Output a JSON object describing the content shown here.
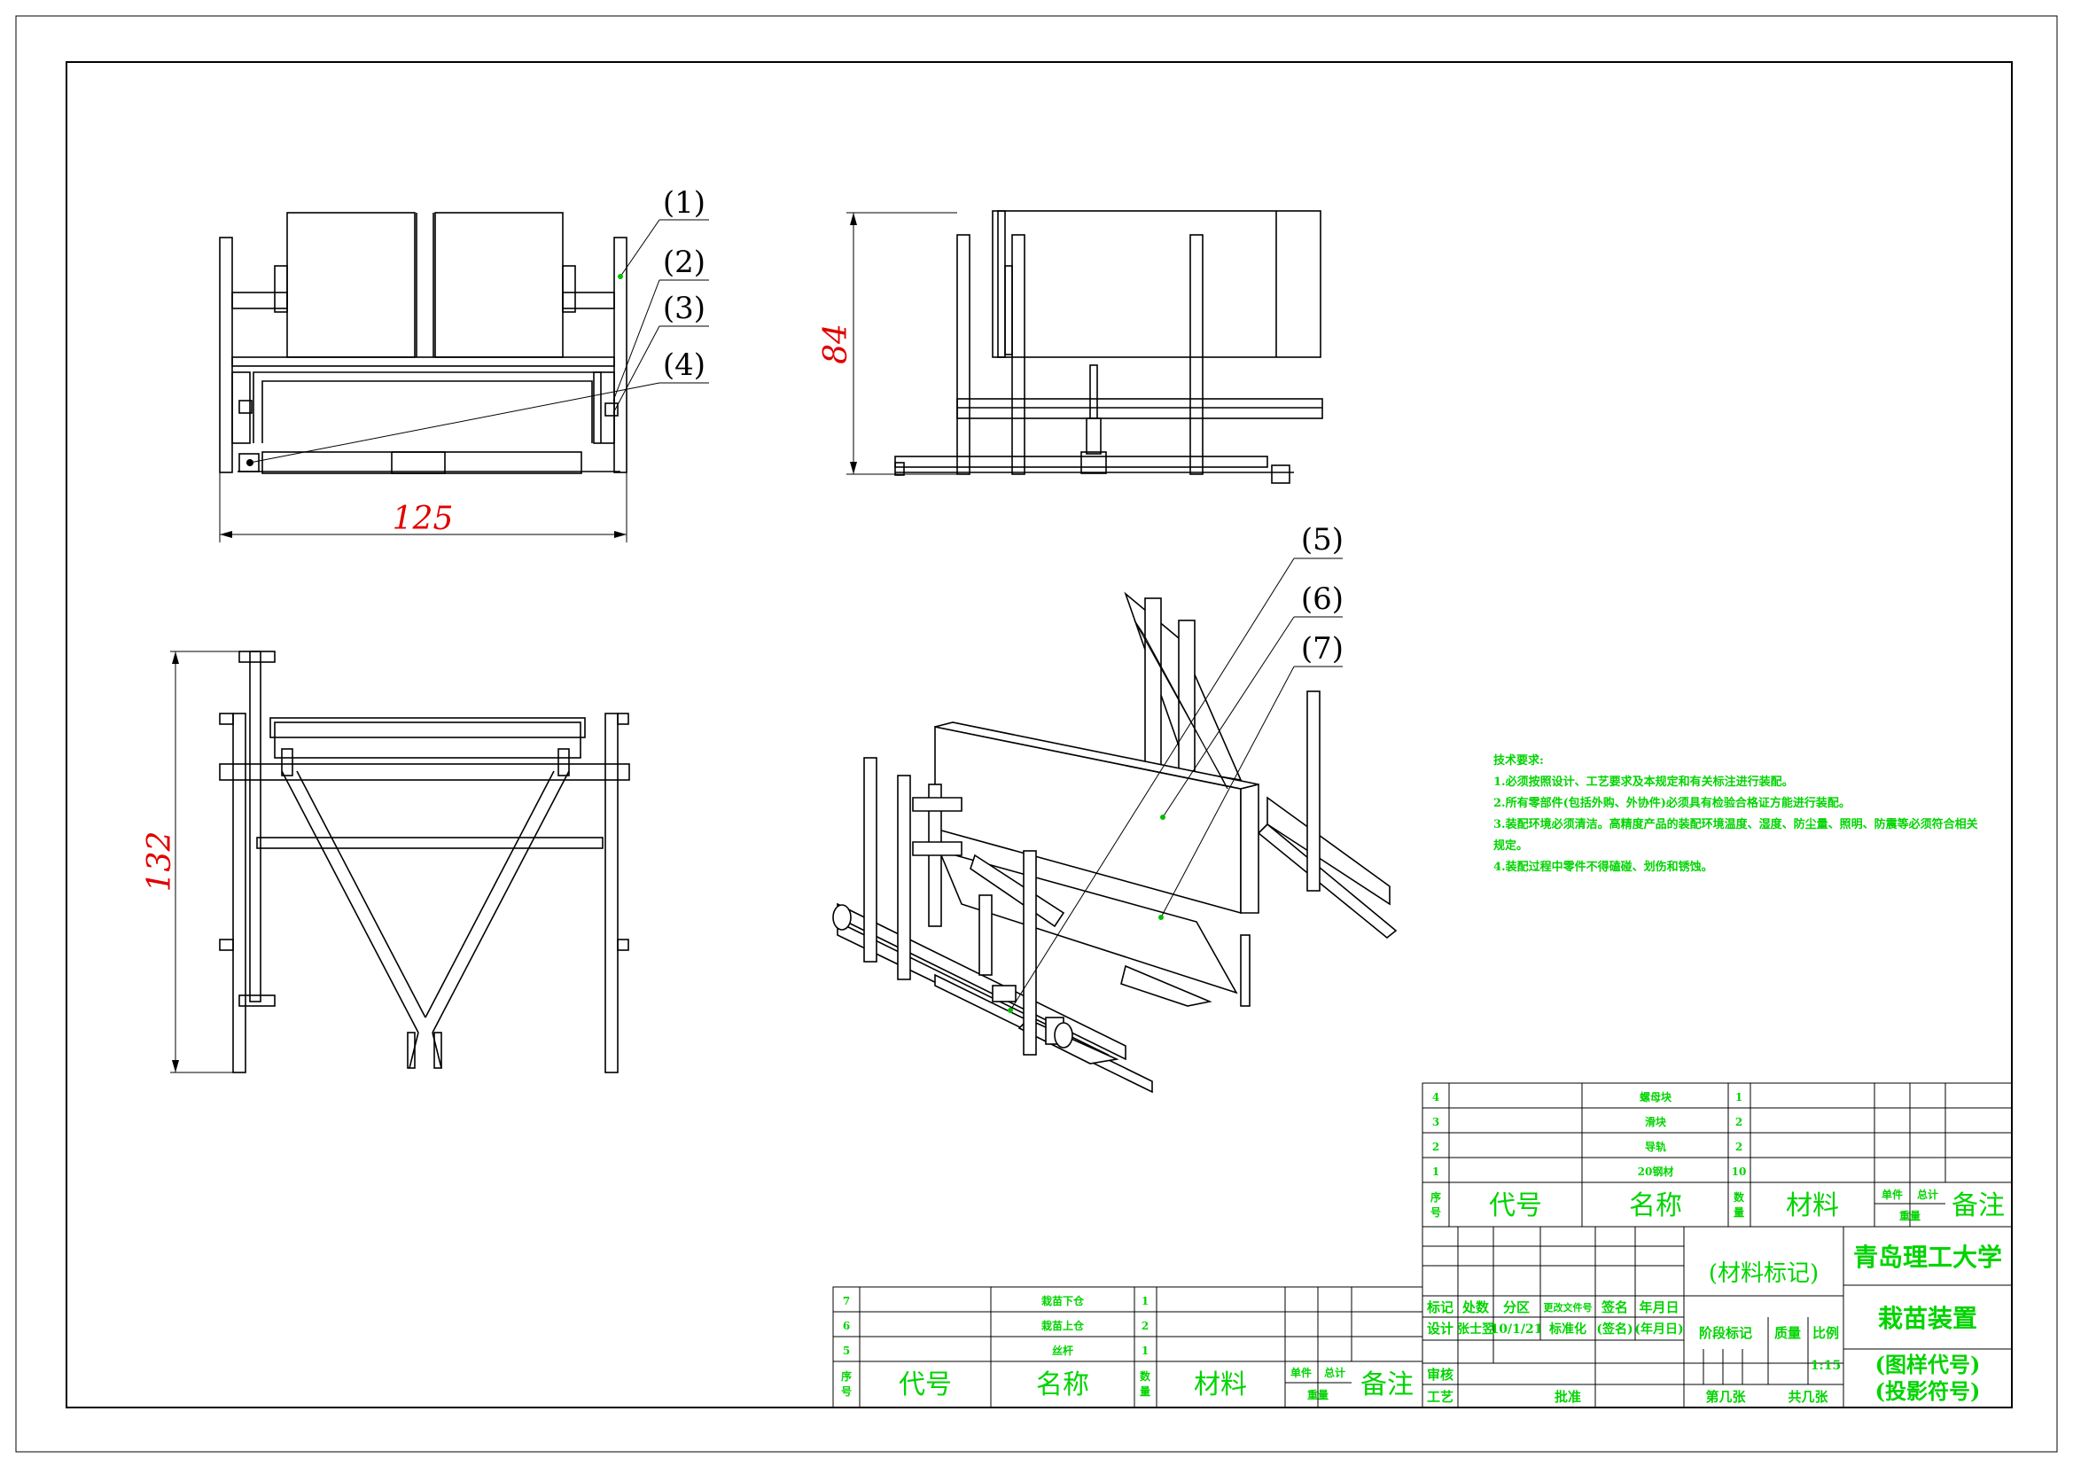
{
  "colors": {
    "title_block_text": "#00d400",
    "dimension_text": "#e00000",
    "line": "#000000"
  },
  "dimensions": {
    "width": "125",
    "height": "84",
    "depth": "132"
  },
  "balloons": [
    "(1)",
    "(2)",
    "(3)",
    "(4)",
    "(5)",
    "(6)",
    "(7)"
  ],
  "tech_requirements": {
    "title": "技术要求:",
    "items": [
      "1.必须按照设计、工艺要求及本规定和有关标注进行装配。",
      "2.所有零部件(包括外购、外协件)必须具有检验合格证方能进行装配。",
      "3.装配环境必须清洁。高精度产品的装配环境温度、湿度、防尘量、照明、防震等必须符合相关",
      "规定。",
      "4.装配过程中零件不得磕碰、划伤和锈蚀。"
    ]
  },
  "bom_right": {
    "rows": [
      {
        "no": "4",
        "name": "螺母块",
        "qty": "1"
      },
      {
        "no": "3",
        "name": "滑块",
        "qty": "2"
      },
      {
        "no": "2",
        "name": "导轨",
        "qty": "2"
      },
      {
        "no": "1",
        "name": "20钢材",
        "qty": "10"
      }
    ]
  },
  "bom_left": {
    "rows": [
      {
        "no": "7",
        "name": "栽苗下仓",
        "qty": "1"
      },
      {
        "no": "6",
        "name": "栽苗上仓",
        "qty": "2"
      },
      {
        "no": "5",
        "name": "丝杆",
        "qty": "1"
      }
    ]
  },
  "bom_header": {
    "seq": [
      "序",
      "号"
    ],
    "code": "代号",
    "name": "名称",
    "qty": [
      "数",
      "量"
    ],
    "material": "材料",
    "unit": "单件",
    "total": "总计",
    "weight": "重量",
    "remark": "备注"
  },
  "title_block": {
    "material_mark": "(材料标记)",
    "university": "青岛理工大学",
    "drawing_name": "栽苗装置",
    "drawing_code": "(图样代号)",
    "projection": "(投影符号)",
    "rev_headers": [
      "标记",
      "处数",
      "分区",
      "更改文件号",
      "签名",
      "年月日"
    ],
    "design": "设计",
    "designer": "张士翌",
    "date": "10/1/21",
    "standardize": "标准化",
    "sign": "(签名)",
    "ymd": "(年月日)",
    "review": "审核",
    "process": "工艺",
    "approve": "批准",
    "stage_mark": "阶段标记",
    "weight": "质量",
    "scale_label": "比例",
    "scale": "1:15",
    "sheet_no": "第几张",
    "sheet_total": "共几张"
  }
}
